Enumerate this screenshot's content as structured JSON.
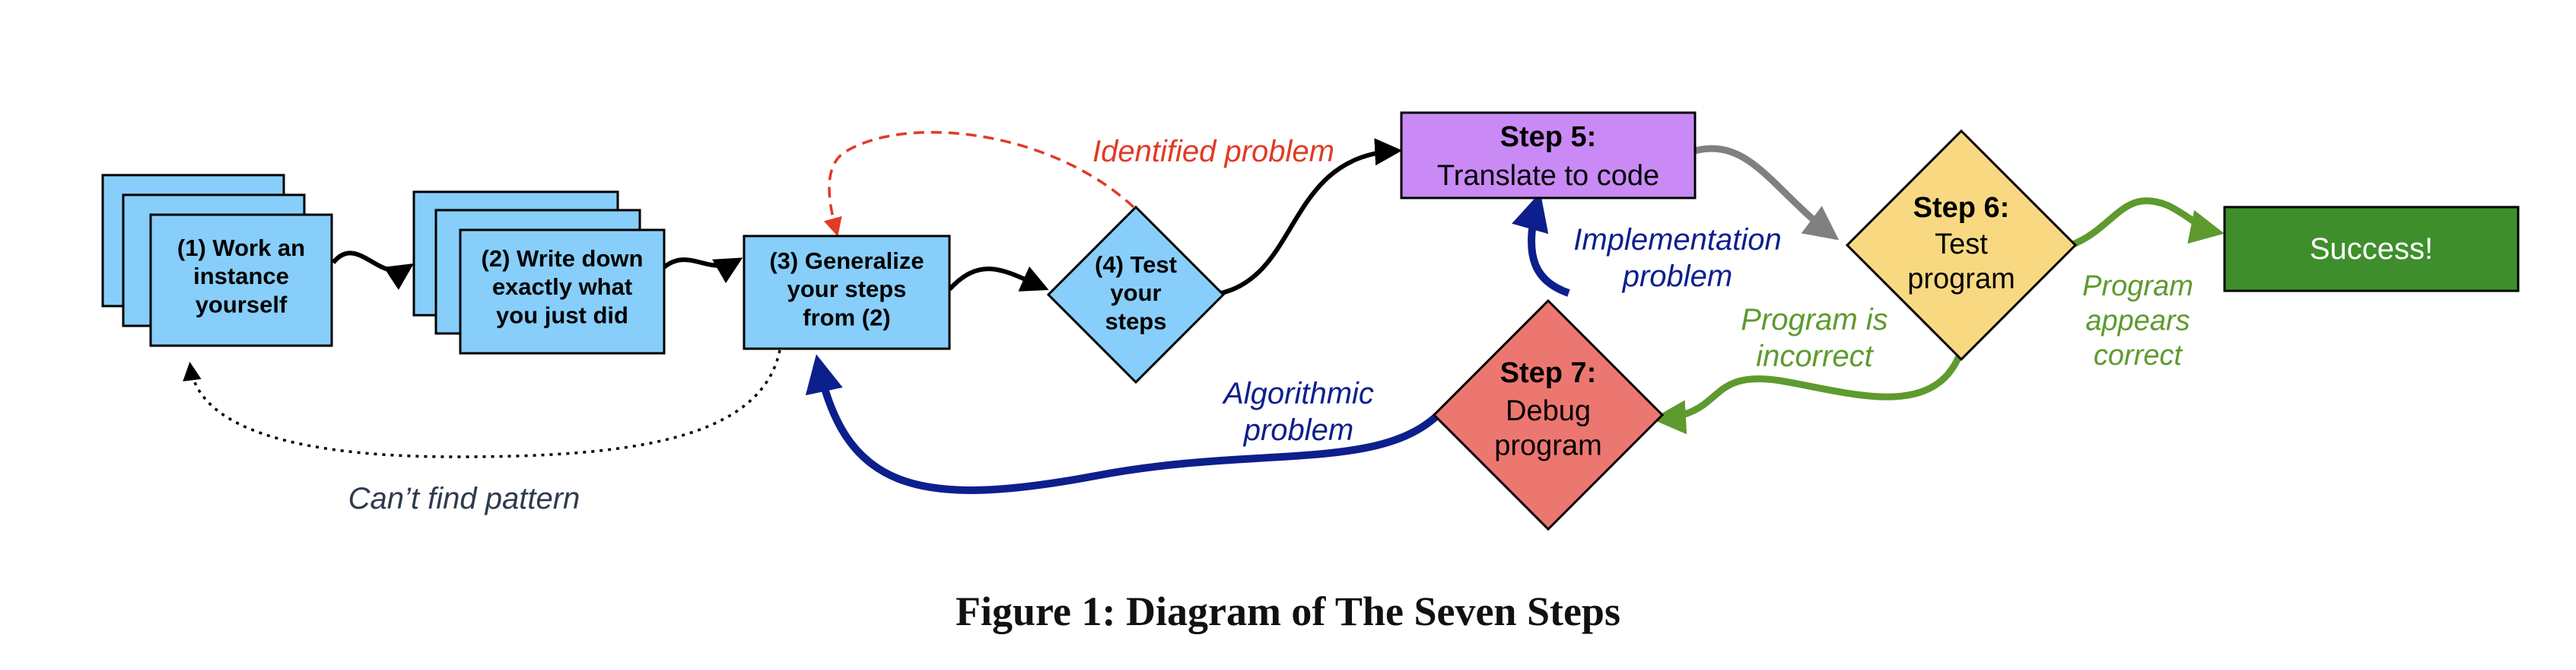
{
  "nodes": {
    "step1": "(1) Work an\ninstance\nyourself",
    "step2": "(2) Write down\nexactly what\nyou just did",
    "step3": "(3) Generalize\nyour steps\nfrom (2)",
    "step4": "(4) Test\nyour\nsteps",
    "step5_title": "Step 5:",
    "step5_body": "Translate to code",
    "step6_title": "Step 6:",
    "step6_body": "Test\nprogram",
    "step7_title": "Step 7:",
    "step7_body": "Debug\nprogram",
    "success": "Success!"
  },
  "edge_labels": {
    "identified_problem": "Identified problem",
    "cant_find_pattern": "Can’t find pattern",
    "implementation_problem": "Implementation\nproblem",
    "algorithmic_problem": "Algorithmic\nproblem",
    "program_incorrect": "Program is\nincorrect",
    "program_correct": "Program\nappears\ncorrect"
  },
  "caption": "Figure 1: Diagram of The Seven Steps",
  "colors": {
    "light_blue": "#87cefa",
    "purple": "#c98af5",
    "yellow": "#f8d982",
    "red": "#ec7770",
    "green": "#3e8f2b",
    "navy": "#0c1f8c",
    "orange_red": "#e03b24",
    "olive_green": "#5e9a2e",
    "gray": "#808080"
  }
}
